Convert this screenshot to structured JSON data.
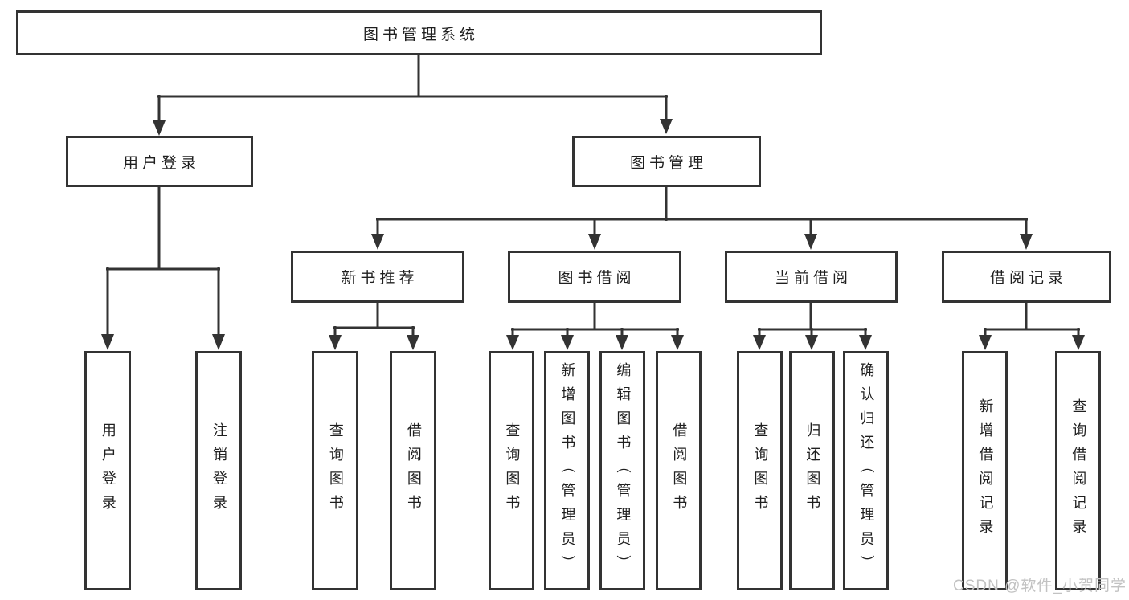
{
  "nodes": {
    "root": "图书管理系统",
    "user_login": "用户登录",
    "book_mgmt": "图书管理",
    "new_book": "新书推荐",
    "book_borrow": "图书借阅",
    "current_borrow": "当前借阅",
    "borrow_records": "借阅记录",
    "leaves": {
      "user_login": [
        "用户登录",
        "注销登录"
      ],
      "new_book": [
        "查询图书",
        "借阅图书"
      ],
      "book_borrow": [
        "查询图书",
        "新增图书（管理员）",
        "编辑图书（管理员）",
        "借阅图书"
      ],
      "current_borrow": [
        "查询图书",
        "归还图书",
        "确认归还（管理员）"
      ],
      "borrow_records": [
        "新增借阅记录",
        "查询借阅记录"
      ]
    }
  },
  "watermark": "CSDN @软件_小贺同学",
  "colors": {
    "line": "#333333",
    "text": "#1f1f1f",
    "watermark": "#c2c2c2",
    "background": "#ffffff"
  }
}
